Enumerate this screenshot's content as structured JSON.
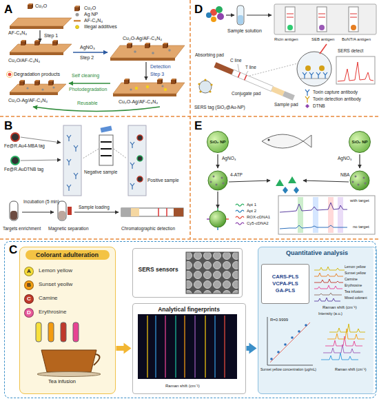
{
  "diagram": {
    "nodes": [
      {
        "text": [
          "A"
        ]
      },
      {
        "text": [
          "D"
        ]
      },
      {
        "text": [
          "B"
        ]
      },
      {
        "text": [
          "E"
        ]
      },
      {
        "text": [
          "SiO₂ NP"
        ],
        "in": 3
      },
      {
        "text": [
          "SiO₂ NP"
        ],
        "in": 3
      },
      {
        "text": [
          "C"
        ]
      },
      {
        "text": [
          "Colorant adulteration"
        ],
        "in": 6
      },
      {
        "text": [
          "A",
          "Lemon yellow"
        ],
        "in": 7
      },
      {
        "text": [
          "B",
          "Sunset yeollw"
        ],
        "in": 7
      },
      {
        "text": [
          "C",
          "Camine"
        ],
        "in": 7
      },
      {
        "text": [
          "D",
          "Erythrosine"
        ],
        "in": 7
      },
      {
        "text": [
          "SERS sensors"
        ],
        "in": 6
      },
      {
        "text": [
          "Analytical fingerprints"
        ],
        "in": 6
      },
      {
        "text": [
          "Quantitative analysis"
        ],
        "in": 6
      },
      {
        "text": [
          "CARS-PLS VCPA-PLS GA-PLS"
        ],
        "in": 14
      }
    ],
    "edges": [
      {
        "from": 7,
        "to": 13,
        "arrow": "to"
      },
      {
        "from": 13,
        "to": 14,
        "arrow": "to"
      }
    ],
    "labels": [
      "Cu₂O",
      "AF-C₃N₄",
      "Step 1",
      "Cu₂O/AF-C₃N₄",
      "AgNO₃",
      "Step 2",
      "Cu₂O-Ag/AF-C₃N₄",
      "Detection",
      "Step 3",
      "Degradation products",
      "Self cleaning",
      "Photodegradation",
      "Cu₂O-Ag/AF-C₃N₄",
      "Cu₂O-Ag/AF-C₃N₄",
      "Reusable",
      "Sample solution",
      "Ricin antigen",
      "SEB antigen",
      "BoNT/A antigen",
      "Absorbing pad",
      "C line",
      "T line",
      "Conjugate pad",
      "Sample pad",
      "SERS tag (SiO₂@Au-NP)",
      "SERS detect",
      "Fe@R.Au4-MBA tag",
      "Fe@R.AuDTNB tag",
      "Negative sample",
      "Positive sample",
      "Incubation (5 min)",
      "Targets enrichment",
      "Magnetic separation",
      "Sample loading",
      "Chromatographic detection",
      "AgNO₃",
      "AgNO₃",
      "4-ATP",
      "NBA",
      "with target",
      "no target",
      "Tea infusion",
      "Raman shift (cm⁻¹)",
      "Lemon yellow",
      "Sunset yellow",
      "Carmine",
      "Erythrosine",
      "Tea infusion",
      "Mixed colorant",
      "Raman shift (cm⁻¹)",
      "R=0.9999",
      "Sunset yellow concentration (μg/mL)",
      "Intensity (a.u.)",
      "Raman shift (cm⁻¹)"
    ],
    "legend": [
      {
        "text": "Cu₂O"
      },
      {
        "text": "Ag NP"
      },
      {
        "text": "AF-C₃N₄"
      },
      {
        "text": "Illegal additives"
      },
      {
        "text": "Toxin capture antibody"
      },
      {
        "text": "Toxin detection antibody"
      },
      {
        "text": "DTNB"
      },
      {
        "text": "Apt 1"
      },
      {
        "text": "Apt 2"
      },
      {
        "text": "ROX-cDNA1"
      },
      {
        "text": "Cy5-cDNA2"
      }
    ]
  }
}
